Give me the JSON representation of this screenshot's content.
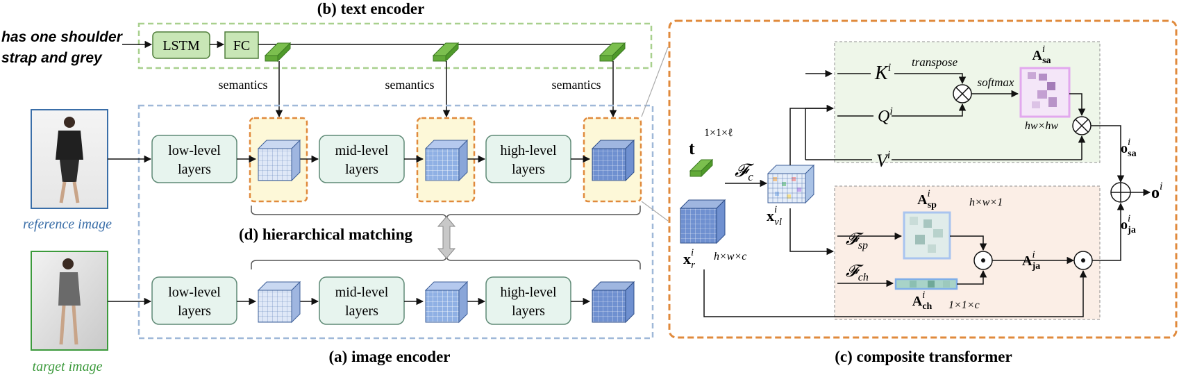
{
  "text_encoder": {
    "title": "(b) text encoder",
    "query_line1": "has one shoulder",
    "query_line2": "strap and grey",
    "lstm_label": "LSTM",
    "fc_label": "FC",
    "semantics_label": "semantics"
  },
  "image_encoder": {
    "title": "(a) image encoder",
    "low_line1": "low-level",
    "mid_line1": "mid-level",
    "high_line1": "high-level",
    "line2": "layers",
    "reference_caption": "reference image",
    "target_caption": "target image"
  },
  "matching": {
    "title": "(d) hierarchical  matching"
  },
  "composite": {
    "title": "(c) composite transformer",
    "t_symbol": "t",
    "t_dims": "1×1×ℓ",
    "Fc": "𝓕",
    "Fc_sub": "c",
    "xvl_main": "x",
    "xvl_sup": "i",
    "xvl_sub": "vl",
    "xr_main": "x",
    "xr_sup": "i",
    "xr_sub": "r",
    "xr_dims": "h×w×c",
    "K": "K",
    "Q": "Q",
    "V": "V",
    "sup_i": "i",
    "transpose": "transpose",
    "softmax": "softmax",
    "Asa_main": "A",
    "Asa_sub": "sa",
    "Asa_dims": "hw×hw",
    "osa_main": "o",
    "osa_sub": "sa",
    "Fsp_sub": "sp",
    "Fch_sub": "ch",
    "Asp_main": "A",
    "Asp_sub": "sp",
    "Asp_dims": "h×w×1",
    "Ach_main": "A",
    "Ach_sub": "ch",
    "Ach_dims": "1×1×c",
    "Aja_main": "A",
    "Aja_sub": "ja",
    "oja_main": "o",
    "oja_sub": "ja",
    "out_main": "o"
  },
  "colors": {
    "text_green_dash": "#a8d08d",
    "image_blue_dash": "#9fb8d8",
    "composite_orange": "#e08a3c",
    "layer_fill": "#e7f4ee",
    "layer_stroke": "#5f8a76",
    "lstm_fill": "#c8e6b6",
    "lstm_stroke": "#4f7d3a",
    "cube_blue": "#7d9fd8",
    "attention_bg": "#eef6e9",
    "ja_bg": "#fbeee6",
    "highlight_yellow": "#fdf8d8",
    "reference_caption": "#3a6ea8",
    "target_caption": "#3c9a3c"
  },
  "icons": {
    "semantic_vector": "green-bar-icon",
    "feature_cube": "feature-cube-icon",
    "otimes": "otimes-icon",
    "oplus": "oplus-icon",
    "odot": "odot-icon"
  }
}
